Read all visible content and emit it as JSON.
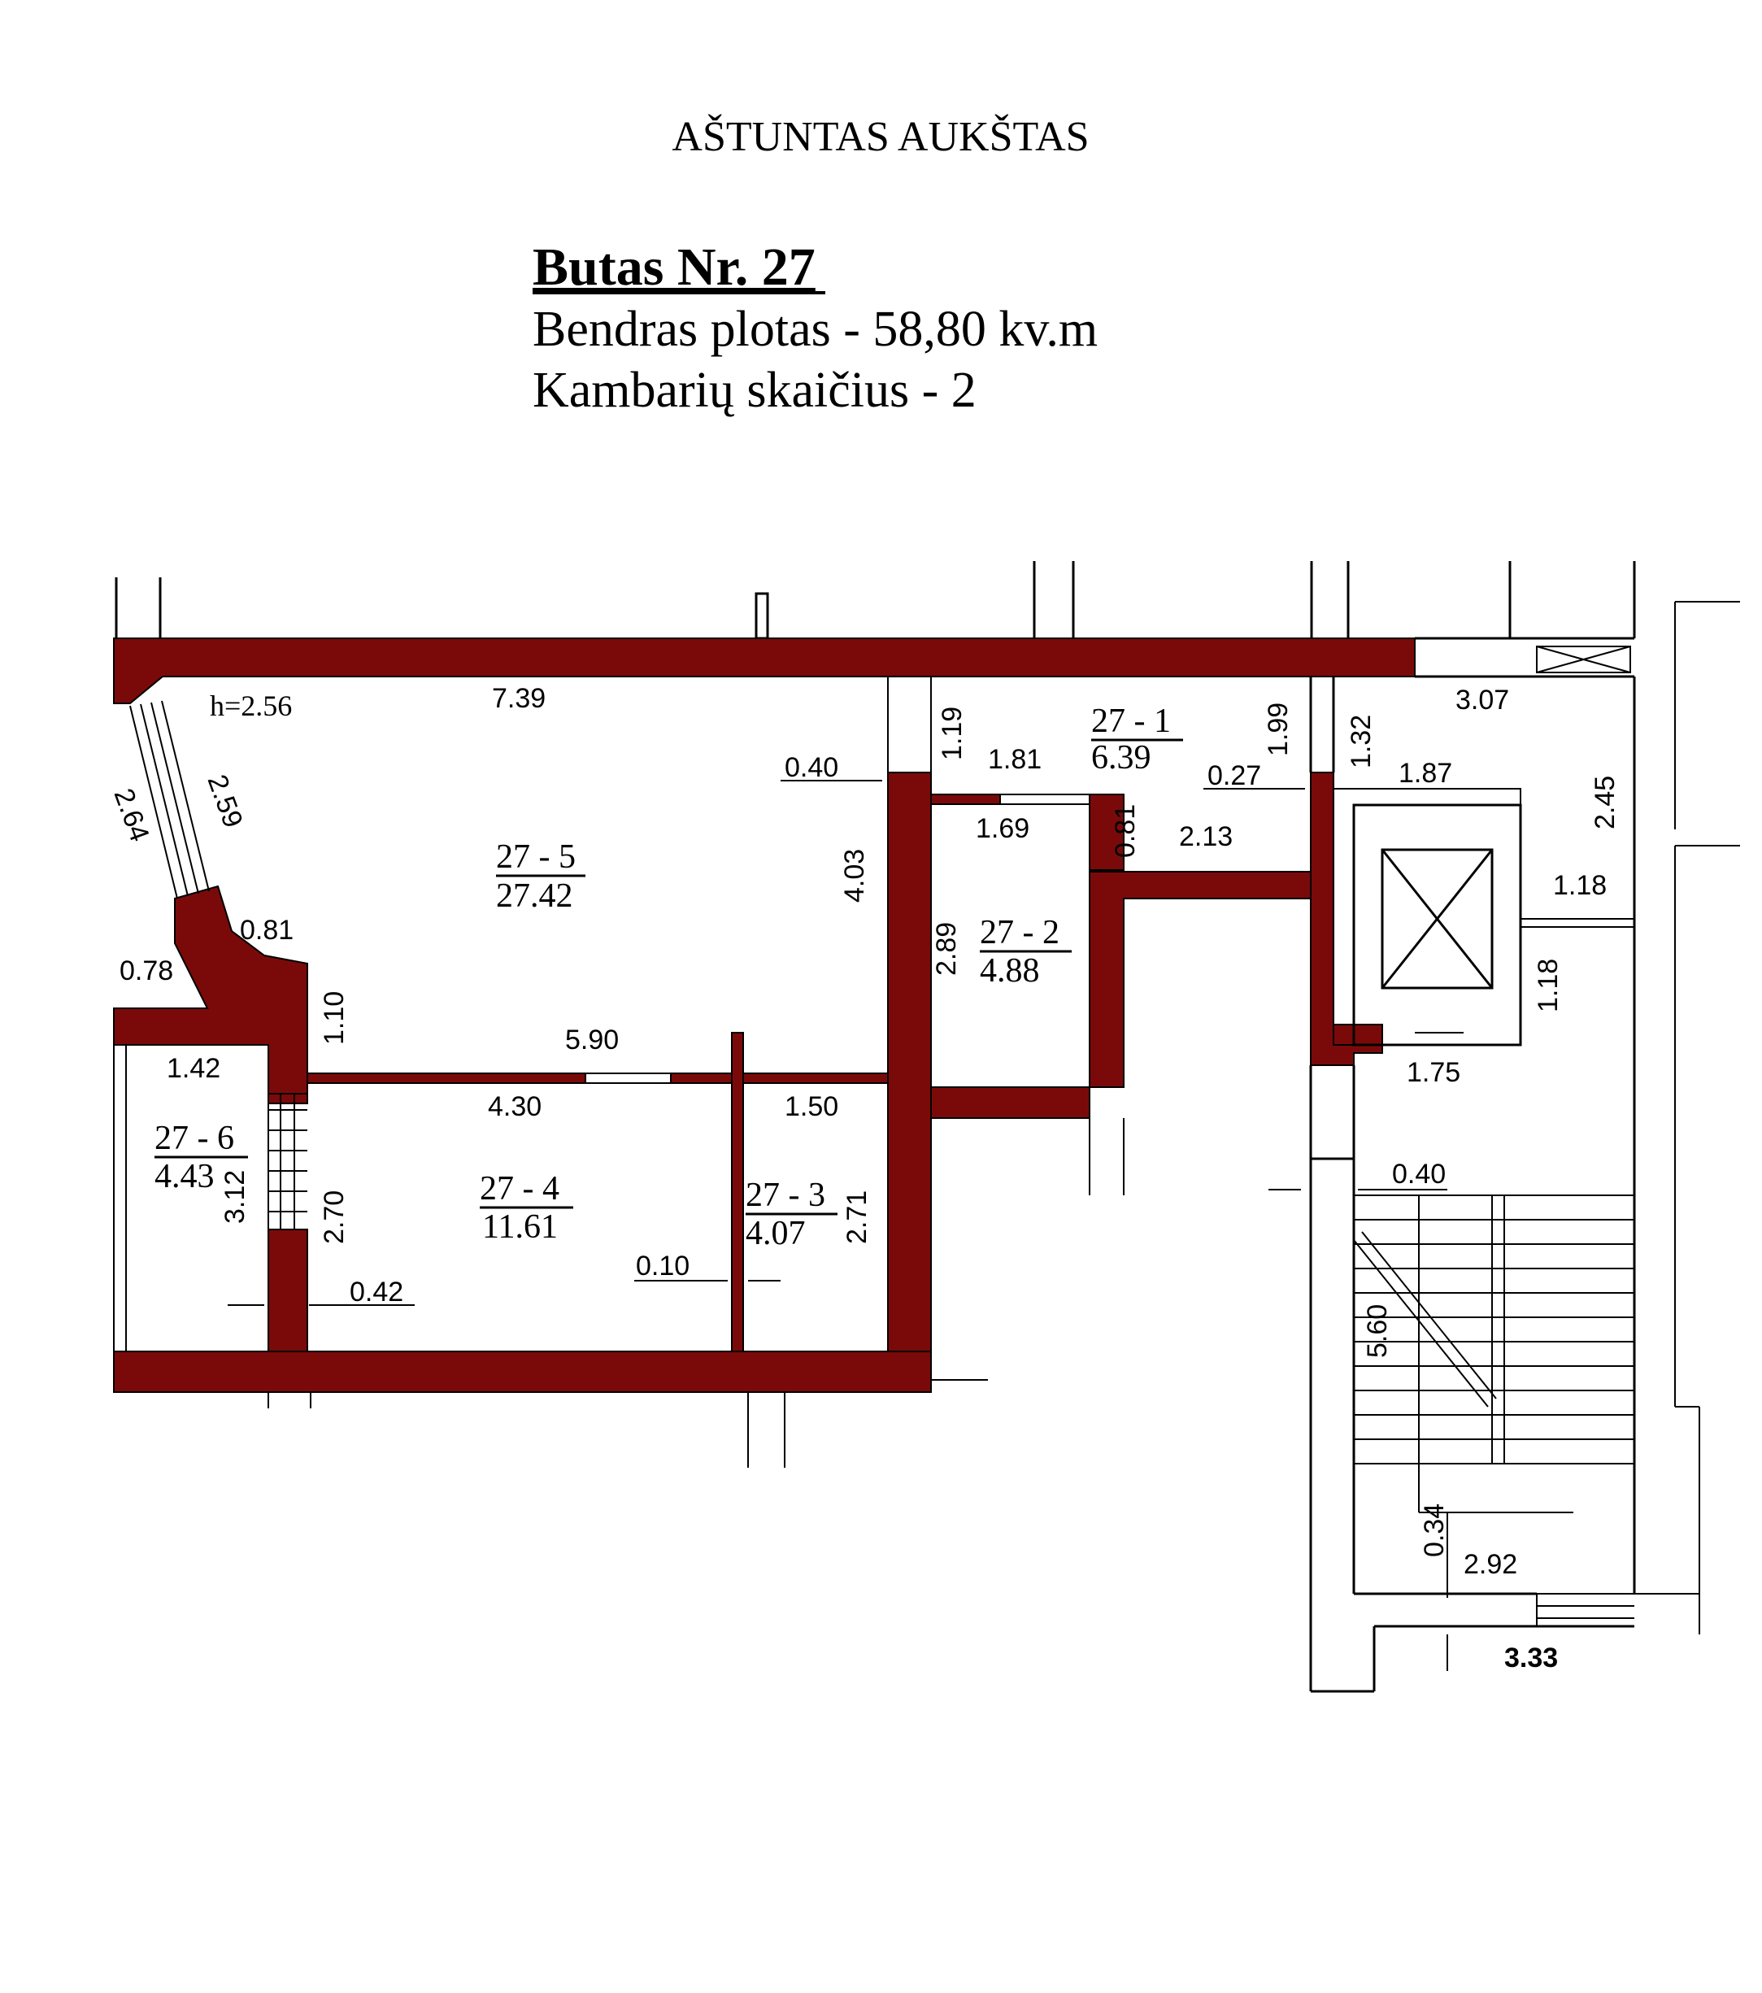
{
  "floor_title": "AŠTUNTAS AUKŠTAS",
  "apartment": {
    "name": "Butas Nr. 27",
    "total_area": "Bendras plotas - 58,80 kv.m",
    "rooms_count": "Kambarių skaičius - 2"
  },
  "ceiling_height": "h=2.56",
  "wall_color": "#7a0a0a",
  "rooms": [
    {
      "id": "27 - 1",
      "area": "6.39"
    },
    {
      "id": "27 - 2",
      "area": "4.88"
    },
    {
      "id": "27 - 3",
      "area": "4.07"
    },
    {
      "id": "27 - 4",
      "area": "11.61"
    },
    {
      "id": "27 - 5",
      "area": "27.42"
    },
    {
      "id": "27 - 6",
      "area": "4.43"
    }
  ],
  "dimensions": {
    "d_7_39": "7.39",
    "d_2_59": "2.59",
    "d_2_64": "2.64",
    "d_0_81a": "0.81",
    "d_0_78": "0.78",
    "d_1_10": "1.10",
    "d_1_42": "1.42",
    "d_3_12": "3.12",
    "d_2_70": "2.70",
    "d_0_42": "0.42",
    "d_5_90": "5.90",
    "d_4_30": "4.30",
    "d_1_50": "1.50",
    "d_2_71": "2.71",
    "d_0_10": "0.10",
    "d_0_40a": "0.40",
    "d_4_03": "4.03",
    "d_1_19": "1.19",
    "d_1_81": "1.81",
    "d_1_69": "1.69",
    "d_0_81b": "0.81",
    "d_2_13": "2.13",
    "d_2_89": "2.89",
    "d_0_27": "0.27",
    "d_1_99": "1.99",
    "d_1_32": "1.32",
    "d_1_87": "1.87",
    "d_3_07": "3.07",
    "d_2_45": "2.45",
    "d_1_18a": "1.18",
    "d_1_18b": "1.18",
    "d_1_75": "1.75",
    "d_0_40b": "0.40",
    "d_5_60": "5.60",
    "d_0_34": "0.34",
    "d_2_92": "2.92",
    "d_3_33": "3.33"
  }
}
